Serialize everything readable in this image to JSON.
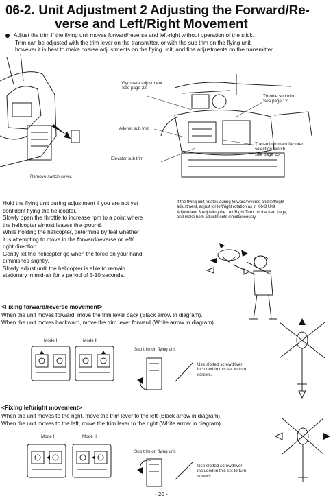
{
  "header": {
    "section_number": "06-2.",
    "title_line1": "Unit Adjustment 2 Adjusting the Forward/Re-",
    "title_line2": "verse and Left/Right Movement"
  },
  "intro": {
    "line1": "Adjust the trim if the flying unit moves forward/reverse and left-right without operation of the stick.",
    "line2": "Trim can be adjusted with the trim lever on the transmitter, or with the sub trim on the flying unit,",
    "line3": "however it is best to make coarse adjustments on the flying unit, and fine adjustments on the transmitter."
  },
  "figure_top": {
    "gyro_line1": "Gyro rate adjustment",
    "gyro_line2": "See page 22",
    "throttle_line1": "Throttle sub trim",
    "throttle_line2": "See page 12",
    "aileron": "Aileron sub trim",
    "transmitter_line1": "Transmitter manufacturer",
    "transmitter_line2": "selection switch",
    "transmitter_line3": "See page 25",
    "elevator": "Elevator sub trim",
    "remove_cover": "Remove switch cover."
  },
  "instructions": {
    "l1": "Hold the flying unit during adjustment if you are not yet",
    "l2": "confident flying the helicopter.",
    "l3": "Slowly open the throttle to increase rpm to a point where",
    "l4": "the helicopter almost leaves the ground.",
    "l5": "While holding the helicopter, determine by feel whether",
    "l6": "it is attempting to move in the forward/reverse or left/",
    "l7": "right direction.",
    "l8": "Gently let the helicopter go when the force on your hand",
    "l9": "diminishes slightly.",
    "l10": "Slowly adjust until the helicopter is able to remain",
    "l11": "stationary in mid-air for a period of 5-10 seconds."
  },
  "side_note": {
    "l1": "If the flying unit rotates during forward/reverse and left/right",
    "l2": "adjustment, adjust for left/right rotation as in '06-3 Unit",
    "l3": "Adjustment 3 Adjusting the Left/Right Turn' on the next page,",
    "l4": "and make both adjustments simultaneously."
  },
  "forward": {
    "heading": "<Fixing forward/reverse movement>",
    "l1": "When the unit moves forward, move the trim lever back (Black arrow in diagram).",
    "l2": "When the unit moves backward, move the trim lever forward (White arrow in diagram).",
    "mode1": "Mode I",
    "mode2": "Mode II",
    "subtrim": "Sub trim on flying unit",
    "screw_l1": "Use slotted screwdriver",
    "screw_l2": "included in this set to turn",
    "screw_l3": "screws."
  },
  "leftright": {
    "heading": "<Fixing left/right movement>",
    "l1": "When the unit moves to the right, move the trim lever to the left (Black arrow in diagram).",
    "l2": "When the unit moves to the left, move the trim lever to the right (White arrow in diagram).",
    "mode1": "Mode I",
    "mode2": "Mode II",
    "subtrim": "Sub trim on flying unit",
    "screw_l1": "Use slotted screwdriver",
    "screw_l2": "included in this set to turn",
    "screw_l3": "screws."
  },
  "footer": {
    "page": "- 20 -"
  }
}
